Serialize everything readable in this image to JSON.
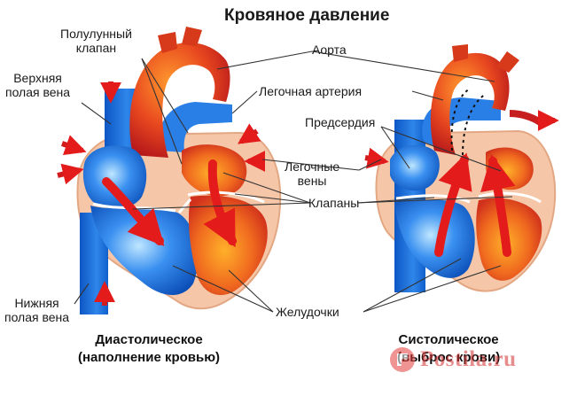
{
  "title": "Кровяное давление",
  "labels": {
    "semilunar_valve": [
      "Полулунный",
      "клапан"
    ],
    "superior_vena_cava": [
      "Верхняя",
      "полая вена"
    ],
    "aorta": "Аорта",
    "pulmonary_artery": "Легочная артерия",
    "atria": "Предсердия",
    "pulmonary_veins": [
      "Легочные",
      "вены"
    ],
    "valves": "Клапаны",
    "ventricles": "Желудочки",
    "inferior_vena_cava": [
      "Нижняя",
      "полая вена"
    ]
  },
  "captions": {
    "diastolic": [
      "Диастолическое",
      "(наполнение кровью)"
    ],
    "systolic": [
      "Систолическое",
      "(выброс крови)"
    ]
  },
  "watermark": "Postila.ru",
  "colors": {
    "blood_oxygen_poor": "#1e6fd9",
    "blood_oxygen_rich": "#e8401f",
    "muscle": "#f5c7a8",
    "flow_arrow": "#e31b1b",
    "leader_line": "#333333"
  }
}
